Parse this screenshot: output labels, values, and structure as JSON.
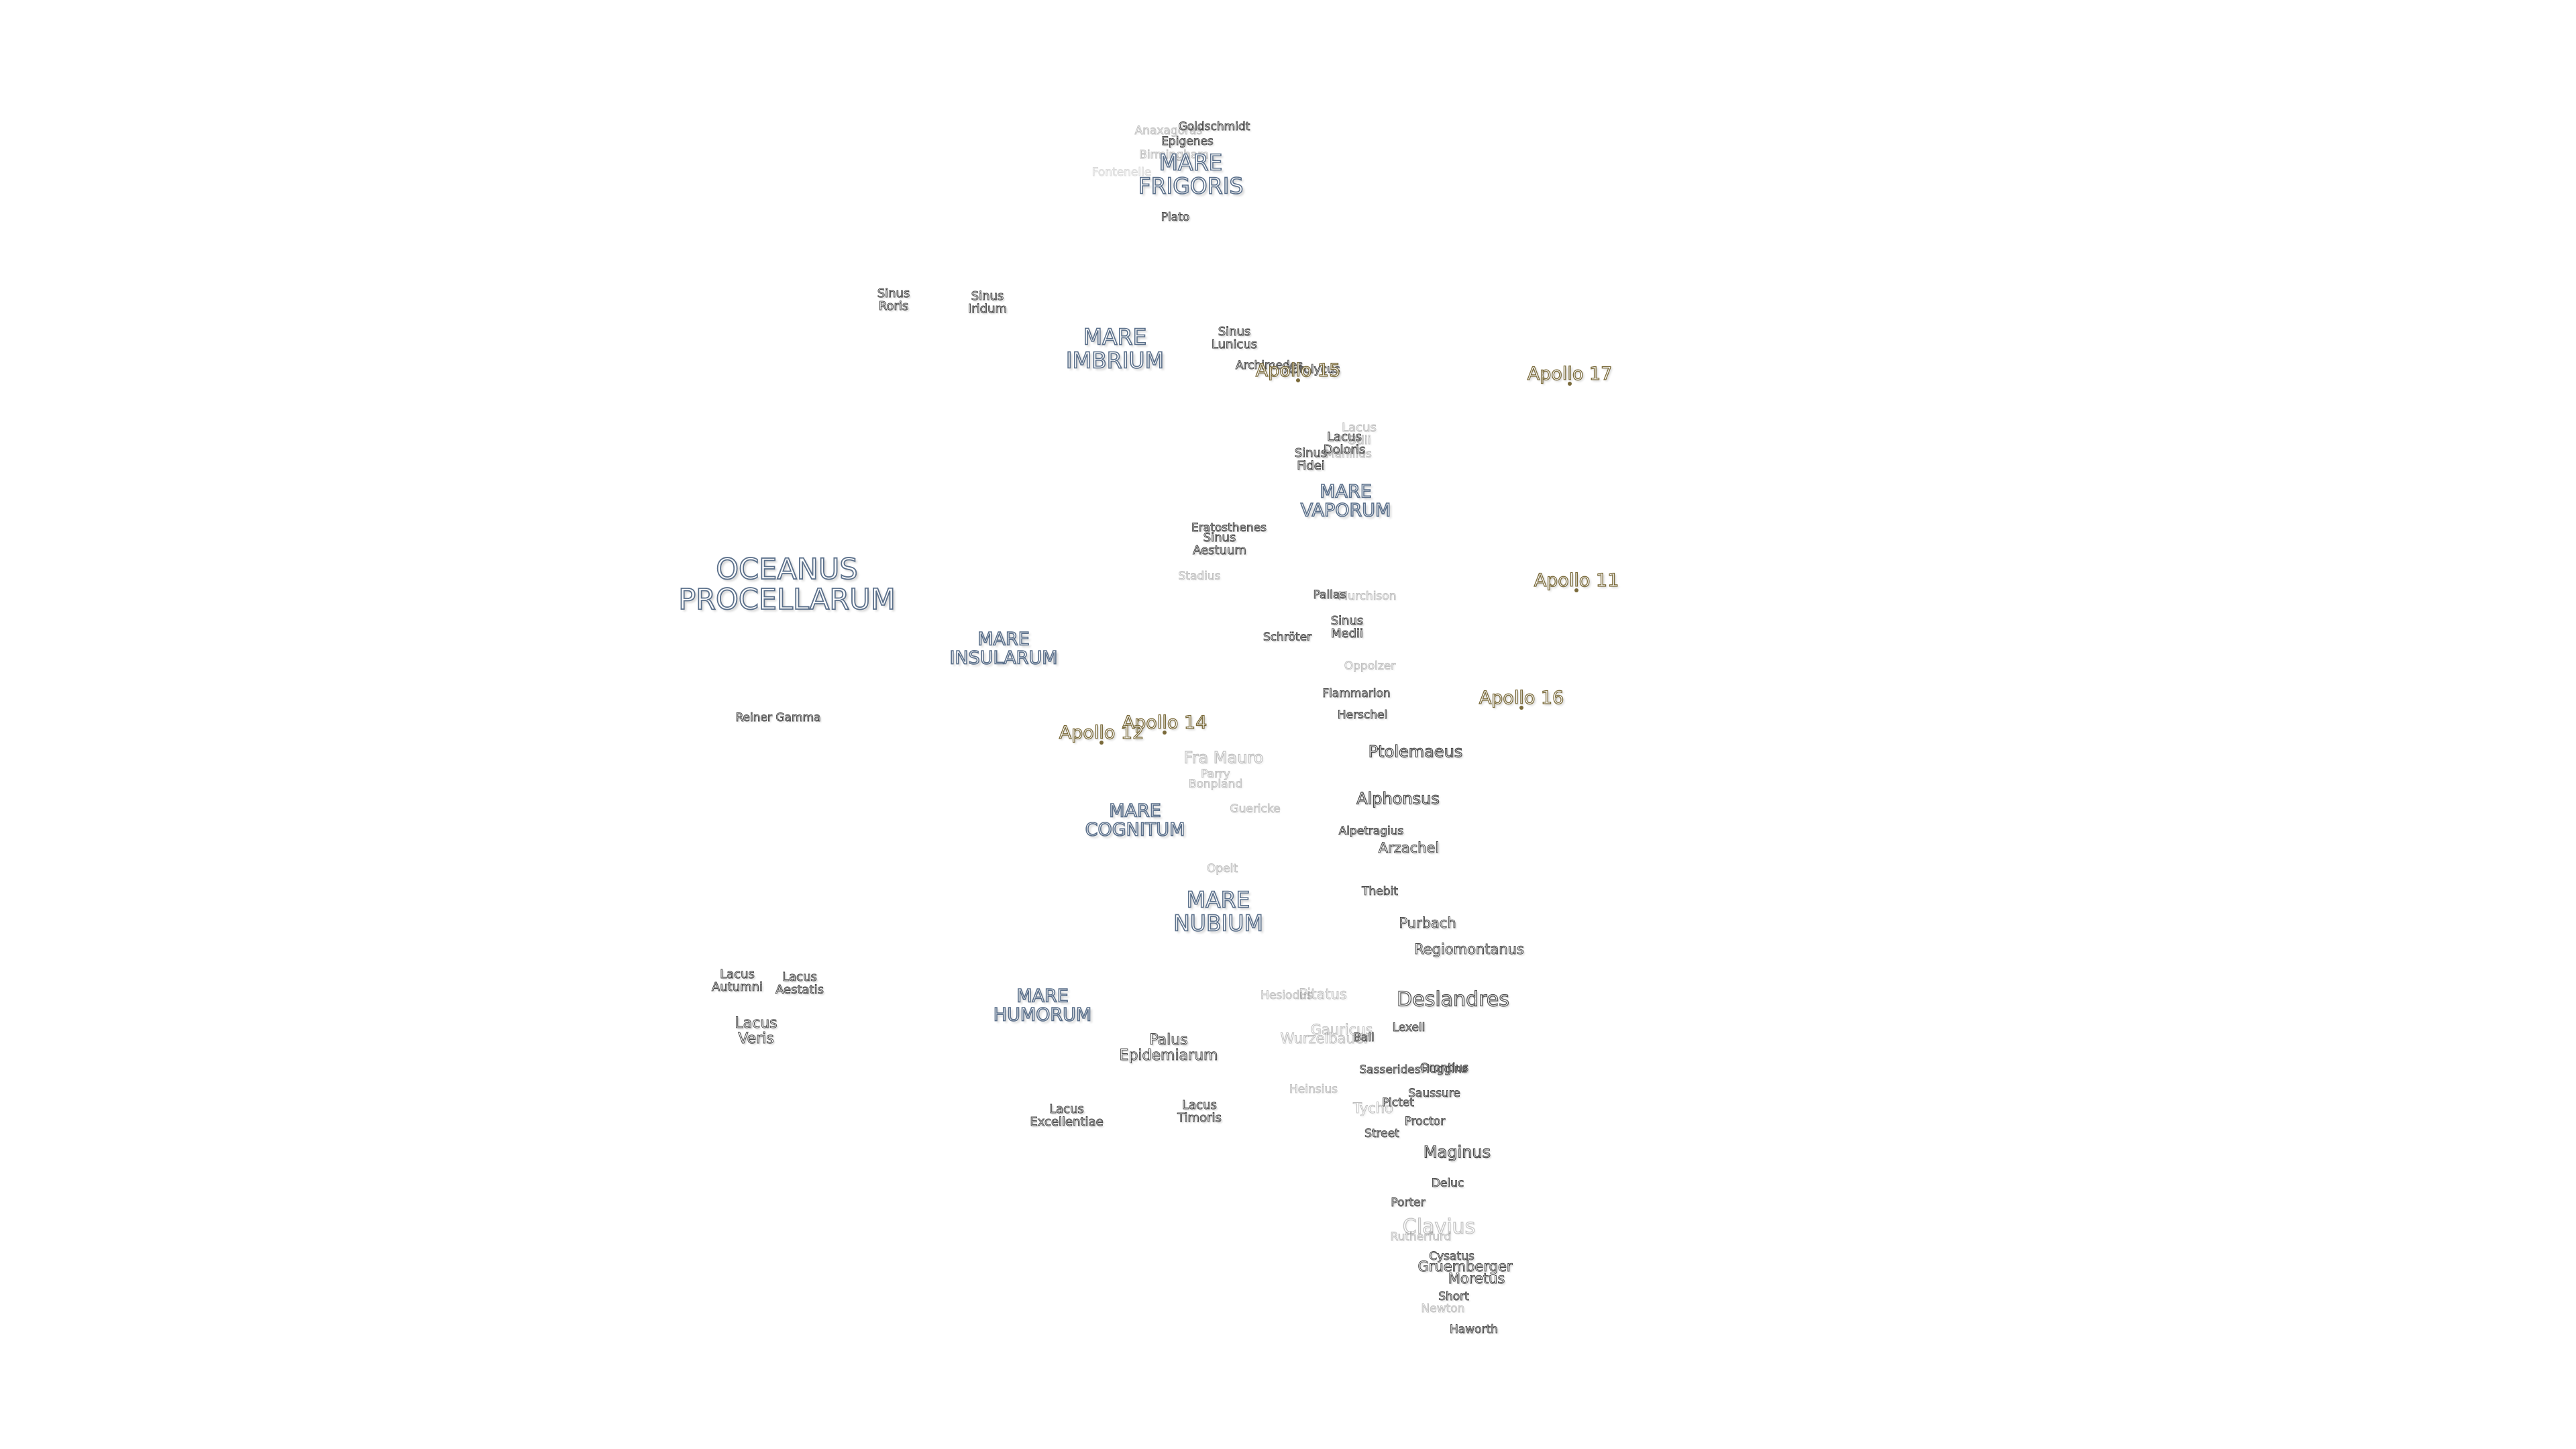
{
  "labels": [
    {
      "id": "goldschmidt",
      "text": "Goldschmidt",
      "kind": "crater",
      "dim": false
    },
    {
      "id": "anaxagoras",
      "text": "Anaxagoras",
      "kind": "crater",
      "dim": true
    },
    {
      "id": "epigenes",
      "text": "Epigenes",
      "kind": "crater",
      "dim": false
    },
    {
      "id": "birmingham",
      "text": "Birmingham",
      "kind": "crater",
      "dim": true
    },
    {
      "id": "mare-frigoris",
      "text": "MARE\nFRIGORIS",
      "kind": "mare",
      "dim": false
    },
    {
      "id": "fontenelle",
      "text": "Fontenelle",
      "kind": "crater",
      "dim": "x"
    },
    {
      "id": "plato",
      "text": "Plato",
      "kind": "crater",
      "dim": false
    },
    {
      "id": "sinus-roris",
      "text": "Sinus\nRoris",
      "kind": "minor",
      "dim": false
    },
    {
      "id": "sinus-iridum",
      "text": "Sinus\nIridum",
      "kind": "minor",
      "dim": false
    },
    {
      "id": "mare-imbrium",
      "text": "MARE\nIMBRIUM",
      "kind": "mare",
      "dim": false
    },
    {
      "id": "sinus-lunicus",
      "text": "Sinus\nLunicus",
      "kind": "minor",
      "dim": false
    },
    {
      "id": "archimedes",
      "text": "Archimedes",
      "kind": "crater",
      "dim": false
    },
    {
      "id": "autolycus",
      "text": "Autolycus",
      "kind": "crater",
      "dim": false
    },
    {
      "id": "apollo-15",
      "text": "Apollo 15",
      "kind": "apollo",
      "dim": false
    },
    {
      "id": "apollo-17",
      "text": "Apollo 17",
      "kind": "apollo",
      "dim": false
    },
    {
      "id": "lacus-odii",
      "text": "Lacus\nOdii",
      "kind": "minor",
      "dim": true
    },
    {
      "id": "lacus-doloris",
      "text": "Lacus\nDoloris",
      "kind": "minor",
      "dim": false
    },
    {
      "id": "manilius",
      "text": "Manilius",
      "kind": "crater",
      "dim": true
    },
    {
      "id": "sinus-fidei",
      "text": "Sinus\nFidei",
      "kind": "minor",
      "dim": false
    },
    {
      "id": "mare-vaporum",
      "text": "MARE\nVAPORUM",
      "kind": "mare-sm",
      "dim": false
    },
    {
      "id": "eratosthenes",
      "text": "Eratosthenes",
      "kind": "crater",
      "dim": false
    },
    {
      "id": "sinus-aestuum",
      "text": "Sinus\nAestuum",
      "kind": "minor",
      "dim": false
    },
    {
      "id": "stadius",
      "text": "Stadius",
      "kind": "crater",
      "dim": true
    },
    {
      "id": "oceanus-procellarum",
      "text": "OCEANUS\nPROCELLARUM",
      "kind": "ocean",
      "dim": false
    },
    {
      "id": "pallas",
      "text": "Pallas",
      "kind": "crater",
      "dim": false
    },
    {
      "id": "murchison",
      "text": "Murchison",
      "kind": "crater",
      "dim": true
    },
    {
      "id": "apollo-11",
      "text": "Apollo 11",
      "kind": "apollo",
      "dim": false
    },
    {
      "id": "mare-insularum",
      "text": "MARE\nINSULARUM",
      "kind": "mare-sm",
      "dim": false
    },
    {
      "id": "schroter",
      "text": "Schröter",
      "kind": "crater",
      "dim": false
    },
    {
      "id": "sinus-medii",
      "text": "Sinus\nMedii",
      "kind": "minor",
      "dim": false
    },
    {
      "id": "oppolzer",
      "text": "Oppolzer",
      "kind": "crater",
      "dim": true
    },
    {
      "id": "apollo-16",
      "text": "Apollo 16",
      "kind": "apollo",
      "dim": false
    },
    {
      "id": "flammarion",
      "text": "Flammarion",
      "kind": "crater",
      "dim": false
    },
    {
      "id": "reiner-gamma",
      "text": "Reiner Gamma",
      "kind": "crater",
      "dim": false
    },
    {
      "id": "herschel",
      "text": "Herschel",
      "kind": "crater",
      "dim": false
    },
    {
      "id": "apollo-14",
      "text": "Apollo 14",
      "kind": "apollo",
      "dim": false
    },
    {
      "id": "apollo-12",
      "text": "Apollo 12",
      "kind": "apollo",
      "dim": false
    },
    {
      "id": "ptolemaeus",
      "text": "Ptolemaeus",
      "kind": "crater-lg",
      "dim": false
    },
    {
      "id": "fra-mauro",
      "text": "Fra Mauro",
      "kind": "crater-lg",
      "dim": true
    },
    {
      "id": "parry",
      "text": "Parry",
      "kind": "crater",
      "dim": true
    },
    {
      "id": "bonpland",
      "text": "Bonpland",
      "kind": "crater",
      "dim": true
    },
    {
      "id": "alphonsus",
      "text": "Alphonsus",
      "kind": "crater-lg",
      "dim": false
    },
    {
      "id": "guericke",
      "text": "Guericke",
      "kind": "crater",
      "dim": true
    },
    {
      "id": "mare-cognitum",
      "text": "MARE\nCOGNITUM",
      "kind": "mare-sm",
      "dim": false
    },
    {
      "id": "alpetragius",
      "text": "Alpetragius",
      "kind": "crater",
      "dim": false
    },
    {
      "id": "arzachel",
      "text": "Arzachel",
      "kind": "crater-md",
      "dim": false
    },
    {
      "id": "opelt",
      "text": "Opelt",
      "kind": "crater",
      "dim": true
    },
    {
      "id": "thebit",
      "text": "Thebit",
      "kind": "crater",
      "dim": false
    },
    {
      "id": "mare-nubium",
      "text": "MARE\nNUBIUM",
      "kind": "mare",
      "dim": false
    },
    {
      "id": "purbach",
      "text": "Purbach",
      "kind": "crater-md",
      "dim": false
    },
    {
      "id": "regiomontanus",
      "text": "Regiomontanus",
      "kind": "crater-md",
      "dim": false
    },
    {
      "id": "lacus-autumni",
      "text": "Lacus\nAutumni",
      "kind": "minor",
      "dim": false
    },
    {
      "id": "lacus-aestatis",
      "text": "Lacus\nAestatis",
      "kind": "minor",
      "dim": false
    },
    {
      "id": "hesiodus",
      "text": "Hesiodus",
      "kind": "crater",
      "dim": true
    },
    {
      "id": "pitatus",
      "text": "Pitatus",
      "kind": "crater-md",
      "dim": true
    },
    {
      "id": "deslandres",
      "text": "Deslandres",
      "kind": "crater-xl",
      "dim": false
    },
    {
      "id": "mare-humorum",
      "text": "MARE\nHUMORUM",
      "kind": "mare-sm",
      "dim": false
    },
    {
      "id": "lacus-veris",
      "text": "Lacus\nVeris",
      "kind": "minor-lg",
      "dim": false
    },
    {
      "id": "gauricus",
      "text": "Gauricus",
      "kind": "crater-md",
      "dim": true
    },
    {
      "id": "lexell",
      "text": "Lexell",
      "kind": "crater",
      "dim": false
    },
    {
      "id": "wurzelbauer",
      "text": "Wurzelbauer",
      "kind": "crater-md",
      "dim": true
    },
    {
      "id": "ball",
      "text": "Ball",
      "kind": "crater",
      "dim": false
    },
    {
      "id": "palus-epidemiarum",
      "text": "Palus\nEpidemiarum",
      "kind": "minor-lg",
      "dim": false
    },
    {
      "id": "sasserides",
      "text": "Sasserides",
      "kind": "crater",
      "dim": false
    },
    {
      "id": "orontius",
      "text": "Orontius",
      "kind": "crater",
      "dim": false
    },
    {
      "id": "huggins",
      "text": "Huggins",
      "kind": "crater",
      "dim": false
    },
    {
      "id": "heinsius",
      "text": "Heinsius",
      "kind": "crater",
      "dim": true
    },
    {
      "id": "saussure",
      "text": "Saussure",
      "kind": "crater",
      "dim": false
    },
    {
      "id": "lacus-excellentiae",
      "text": "Lacus\nExcellentiae",
      "kind": "minor",
      "dim": false
    },
    {
      "id": "lacus-timoris",
      "text": "Lacus\nTimoris",
      "kind": "minor",
      "dim": false
    },
    {
      "id": "tycho",
      "text": "Tycho",
      "kind": "crater-md",
      "dim": true
    },
    {
      "id": "pictet",
      "text": "Pictet",
      "kind": "crater",
      "dim": false
    },
    {
      "id": "proctor",
      "text": "Proctor",
      "kind": "crater",
      "dim": false
    },
    {
      "id": "street",
      "text": "Street",
      "kind": "crater",
      "dim": false
    },
    {
      "id": "maginus",
      "text": "Maginus",
      "kind": "crater-lg",
      "dim": false
    },
    {
      "id": "deluc",
      "text": "Deluc",
      "kind": "crater",
      "dim": false
    },
    {
      "id": "porter",
      "text": "Porter",
      "kind": "crater",
      "dim": false
    },
    {
      "id": "clavius",
      "text": "Clavius",
      "kind": "crater-xl",
      "dim": true
    },
    {
      "id": "rutherfurd",
      "text": "Rutherfurd",
      "kind": "crater",
      "dim": true
    },
    {
      "id": "cysatus",
      "text": "Cysatus",
      "kind": "crater",
      "dim": false
    },
    {
      "id": "gruemberger",
      "text": "Gruemberger",
      "kind": "crater-md",
      "dim": false
    },
    {
      "id": "moretus",
      "text": "Moretus",
      "kind": "crater-md",
      "dim": false
    },
    {
      "id": "short",
      "text": "Short",
      "kind": "crater",
      "dim": false
    },
    {
      "id": "newton",
      "text": "Newton",
      "kind": "crater",
      "dim": true
    },
    {
      "id": "haworth",
      "text": "Haworth",
      "kind": "crater",
      "dim": false
    }
  ],
  "colors": {
    "mare_stroke": "#5a6f8a",
    "crater_stroke": "#4a4a4a",
    "apollo_stroke": "#7a6a3a",
    "background": "#ffffff"
  }
}
